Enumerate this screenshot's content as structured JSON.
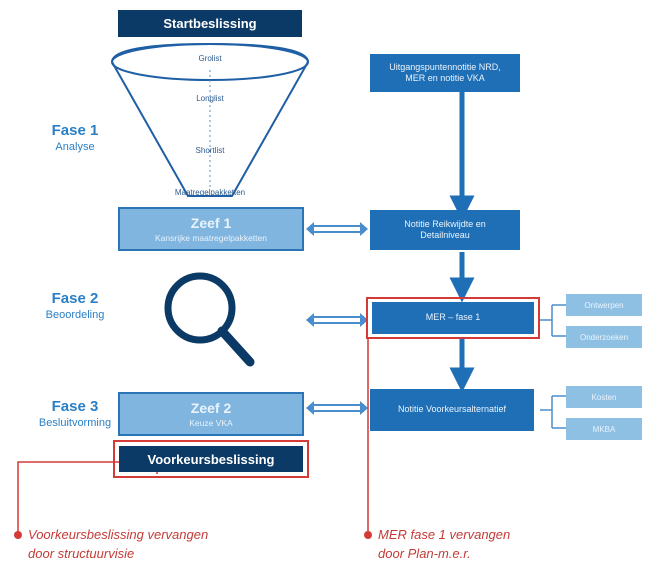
{
  "start": "Startbeslissing",
  "funnel": [
    "Grolist",
    "Longlist",
    "Shortlist",
    "Maatregelpakketten"
  ],
  "fases": [
    {
      "title": "Fase 1",
      "subtitle": "Analyse"
    },
    {
      "title": "Fase 2",
      "subtitle": "Beoordeling"
    },
    {
      "title": "Fase 3",
      "subtitle": "Besluitvorming"
    }
  ],
  "zeef1": {
    "title": "Zeef 1",
    "subtitle": "Kansrijke maatregelpakketten"
  },
  "zeef2": {
    "title": "Zeef 2",
    "subtitle": "Keuze VKA"
  },
  "decision": "Voorkeursbeslissing",
  "right": {
    "nrd": "Uitgangspuntennotitie NRD, MER en notitie VKA",
    "reikwijdte": "Notitie Reikwijdte en Detailniveau",
    "mer": "MER – fase 1",
    "vka": "Notitie Voorkeursalternatief"
  },
  "side": {
    "a": "Ontwerpen",
    "b": "Onderzoeken",
    "c": "Kosten",
    "d": "MKBA"
  },
  "notes": {
    "left": [
      "Voorkeursbeslissing vervangen",
      "door structuurvisie"
    ],
    "right": [
      "MER fase 1 vervangen",
      "door Plan-m.e.r."
    ]
  },
  "colors": {
    "dark": "#0b3a66",
    "mid": "#1f6fb6",
    "light": "#8ec0e4",
    "accent": "#2a7fc6",
    "red": "#d43a36"
  }
}
